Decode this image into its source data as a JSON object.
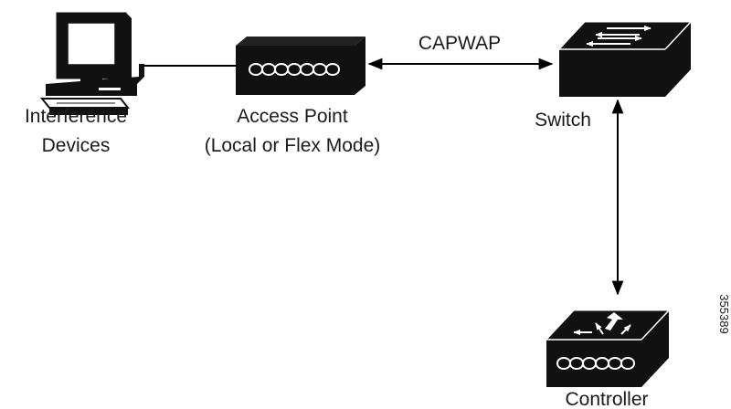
{
  "labels": {
    "interference_line1": "Interference",
    "interference_line2": "Devices",
    "access_point_line1": "Access Point",
    "access_point_line2": "(Local or Flex Mode)",
    "capwap": "CAPWAP",
    "switch": "Switch",
    "controller": "Controller",
    "figure_id": "355389"
  },
  "nodes": [
    {
      "id": "interference-devices",
      "icon": "pc-icon"
    },
    {
      "id": "access-point",
      "icon": "access-point-icon"
    },
    {
      "id": "switch",
      "icon": "switch-icon"
    },
    {
      "id": "controller",
      "icon": "controller-icon"
    }
  ],
  "links": [
    {
      "from": "interference-devices",
      "to": "access-point",
      "style": "plain"
    },
    {
      "from": "access-point",
      "to": "switch",
      "style": "bidirectional-arrow",
      "label": "CAPWAP"
    },
    {
      "from": "switch",
      "to": "controller",
      "style": "bidirectional-arrow"
    }
  ]
}
